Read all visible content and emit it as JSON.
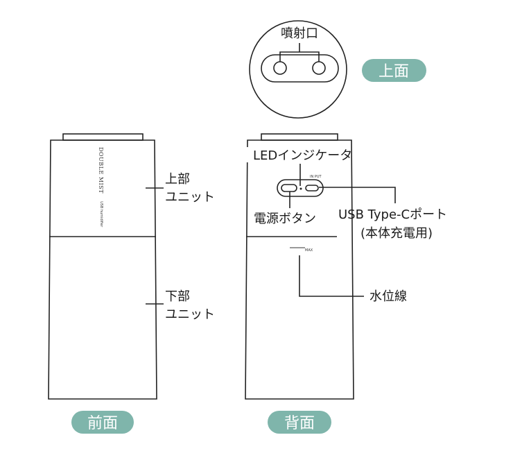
{
  "colors": {
    "badge": "#7fb5ab",
    "line": "#222222"
  },
  "top_view": {
    "badge": "上面",
    "nozzle_label": "噴射口"
  },
  "front_view": {
    "badge": "前面",
    "brand_text": "DOUBLE MIST",
    "product_text": "USB humidifier",
    "upper_unit_label": [
      "上部",
      "ユニット"
    ],
    "lower_unit_label": [
      "下部",
      "ユニット"
    ]
  },
  "back_view": {
    "badge": "背面",
    "led_label": "LEDインジケータ",
    "input_text": "IN PUT",
    "power_button_label": "電源ボタン",
    "usb_label": "USB Type-Cポート",
    "usb_sublabel": "(本体充電用)",
    "max_text": "MAX",
    "water_line_label": "水位線"
  }
}
